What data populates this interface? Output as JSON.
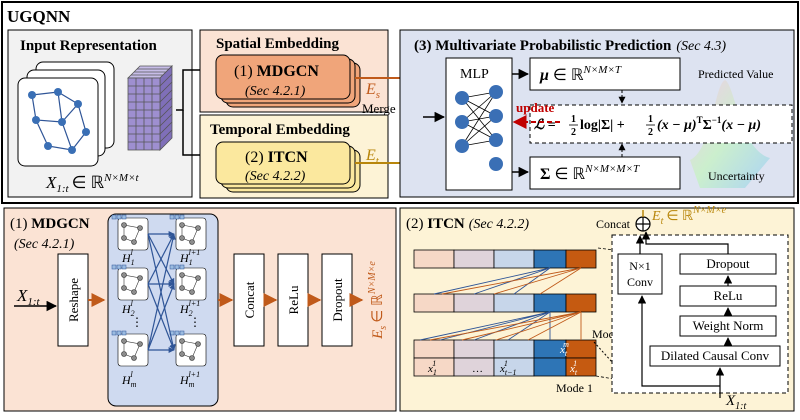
{
  "title": "UGQNN",
  "input": {
    "heading": "Input Representation",
    "label": "X",
    "label_sub": "1:t",
    "label_rest": "∈ ℝ",
    "label_sup": "N×M×t"
  },
  "spatial": {
    "heading": "Spatial Embedding",
    "name_num": "(1) ",
    "name": "MDGCN",
    "sec": "(Sec 4.2.1)",
    "out": "E",
    "out_sub": "s"
  },
  "temporal": {
    "heading": "Temporal Embedding",
    "name_num": "(2) ",
    "name": "ITCN",
    "sec": "(Sec 4.2.2)",
    "out": "E",
    "out_sub": "t"
  },
  "merge_label": "Merge",
  "prediction": {
    "heading": "(3) Multivariate Probabilistic Prediction",
    "sec": "(Sec 4.3)",
    "mlp": "MLP",
    "mu_sym": "μ",
    "mu_rest": "∈ ℝ",
    "mu_sup": "N×M×T",
    "mu_caption": "Predicted Value",
    "update": "update",
    "loss_lhs": "ℒ = ",
    "loss_frac1_num": "1",
    "loss_frac1_den": "2",
    "loss_term1": "log|Σ| + ",
    "loss_frac2_num": "1",
    "loss_frac2_den": "2",
    "loss_term2": "(x − μ)",
    "loss_T": "T",
    "loss_term3": "Σ",
    "loss_inv": "−1",
    "loss_term4": "(x − μ)",
    "sigma_sym": "Σ",
    "sigma_rest": "∈ ℝ",
    "sigma_sup": "N×M×M×T",
    "sigma_caption": "Uncertainty"
  },
  "mdgcn_panel": {
    "heading_num": "(1) ",
    "heading": "MDGCN",
    "sec": "(Sec 4.2.1)",
    "input": "X",
    "input_sub": "1:t",
    "reshape": "Reshape",
    "h_left_top": "H",
    "h_left_top_sub": "1",
    "h_left_top_sup": "l",
    "h_left_mid": "H",
    "h_left_mid_sub": "2",
    "h_left_mid_sup": "l",
    "h_left_bot": "H",
    "h_left_bot_sub": "m",
    "h_left_bot_sup": "l",
    "h_right_top": "H",
    "h_right_top_sub": "1",
    "h_right_top_sup": "l+1",
    "h_right_mid": "H",
    "h_right_mid_sub": "2",
    "h_right_mid_sup": "l+1",
    "h_right_bot": "H",
    "h_right_bot_sub": "m",
    "h_right_bot_sup": "l+1",
    "dots": "⋮",
    "concat": "Concat",
    "relu": "ReLu",
    "dropout": "Dropout",
    "out": "E",
    "out_sub": "s",
    "out_rest": "∈ ℝ",
    "out_sup": "N×M×e"
  },
  "itcn_panel": {
    "heading_num": "(2) ",
    "heading": "ITCN",
    "sec": "(Sec 4.2.2)",
    "mode_m": "Mode m",
    "mode_1": "Mode 1",
    "x1": "x",
    "x1_sub": "1",
    "x1_sup": "1",
    "xdots": "…",
    "xt1": "x",
    "xt1_sub": "t−1",
    "xt1_sup": "1",
    "xt": "x",
    "xt_sub": "t",
    "xt_sup": "1",
    "xm": "x",
    "xm_sub": "t",
    "xm_sup": "m",
    "concat": "Concat",
    "out": "E",
    "out_sub": "t",
    "out_rest": "∈ ℝ",
    "out_sup": "N×M×e",
    "conv_line1": "N×1",
    "conv_line2": "Conv",
    "dropout": "Dropout",
    "relu": "ReLu",
    "weight_norm": "Weight Norm",
    "dilated": "Dilated Causal Conv",
    "input": "X",
    "input_sub": "1:t"
  },
  "colors": {
    "orange": "#c05a1a",
    "gold": "#b8860b",
    "spatial_bg": "#fbe3d4",
    "temporal_bg": "#fdf3d6",
    "pred_bg": "#dde3f1",
    "cube": "#9e8fd0",
    "node": "#3a6fb5",
    "red": "#c00000"
  }
}
